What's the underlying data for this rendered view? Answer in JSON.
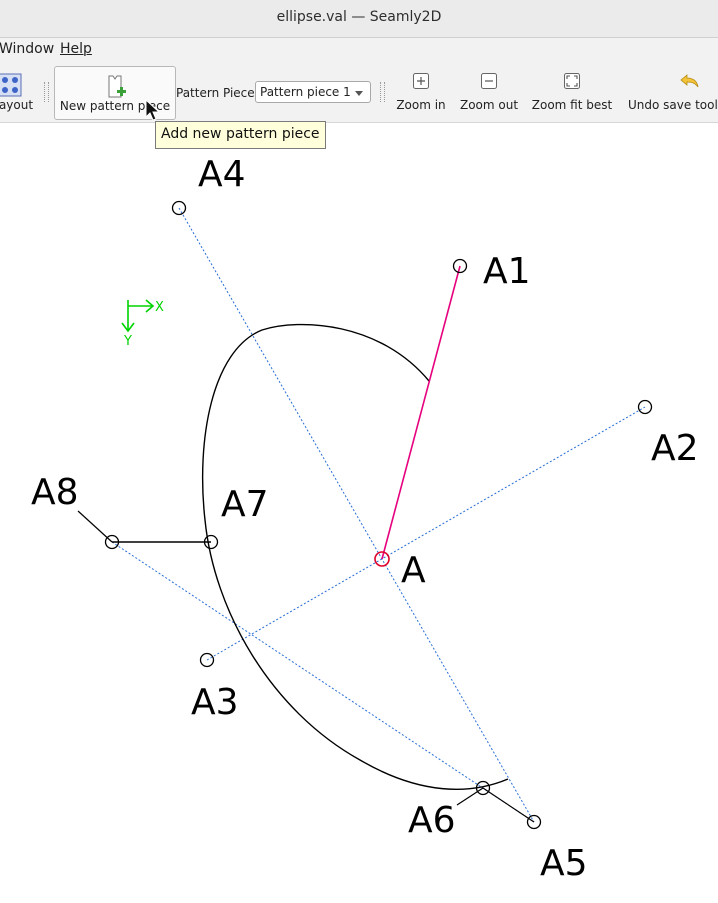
{
  "window": {
    "title": "ellipse.val — Seamly2D"
  },
  "menu": {
    "items": [
      "Window",
      "Help"
    ]
  },
  "toolbar": {
    "layout_label": "ayout",
    "new_piece_label": "New pattern piece",
    "pattern_piece_label": "Pattern Piece:",
    "pattern_piece_value": "Pattern piece 1",
    "zoom_in": "Zoom in",
    "zoom_out": "Zoom out",
    "zoom_fit": "Zoom fit best",
    "undo": "Undo save tool"
  },
  "tooltip": {
    "text": "Add new pattern piece"
  },
  "canvas": {
    "axis_x": "X",
    "axis_y": "Y",
    "points": {
      "A": "A",
      "A1": "A1",
      "A2": "A2",
      "A3": "A3",
      "A4": "A4",
      "A5": "A5",
      "A6": "A6",
      "A7": "A7",
      "A8": "A8"
    }
  },
  "colors": {
    "selected_point": "#e0002a",
    "selected_line": "#e6007e",
    "helper_line": "#2a6fd6",
    "axis": "#00d400"
  }
}
